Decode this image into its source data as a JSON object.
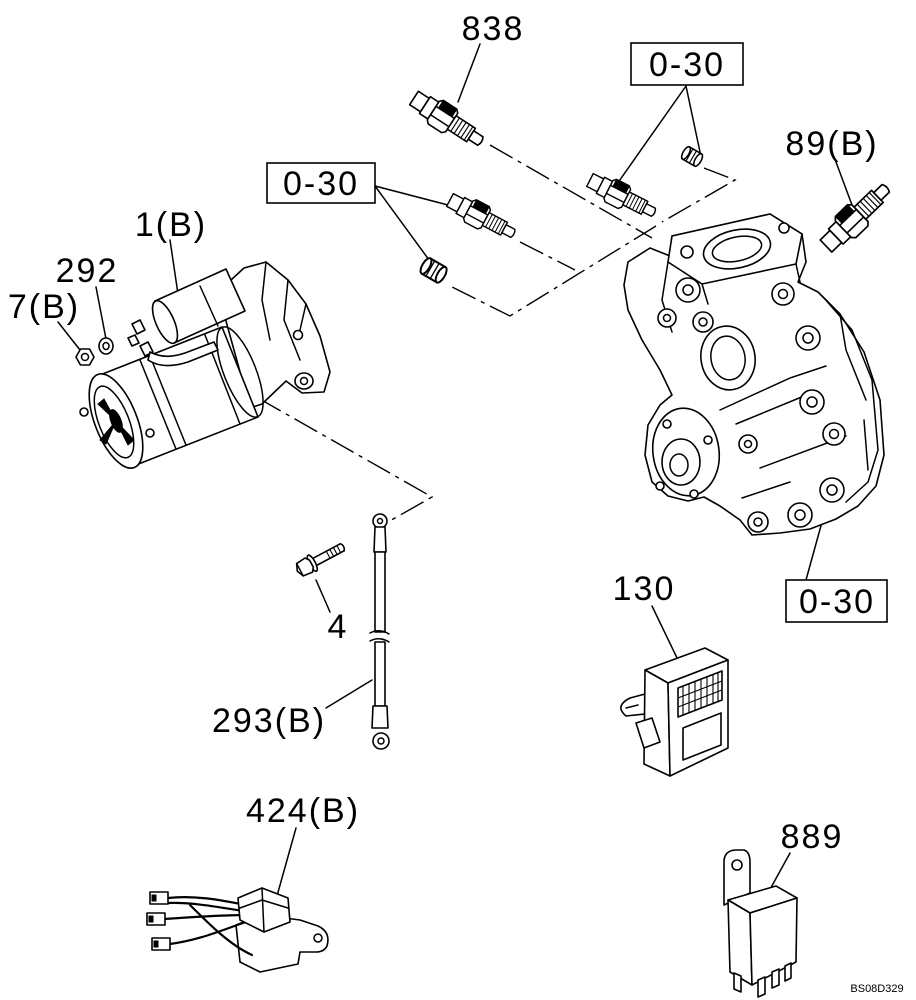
{
  "labels": {
    "part_838": "838",
    "ref_0_30_top": "0-30",
    "ref_0_30_left": "0-30",
    "part_89b": "89(B)",
    "part_1b": "1(B)",
    "part_292": "292",
    "part_7b": "7(B)",
    "part_130": "130",
    "ref_0_30_right": "0-30",
    "part_4": "4",
    "part_293b": "293(B)",
    "part_424b": "424(B)",
    "part_889": "889"
  },
  "drawing_code": "BS08D329",
  "colors": {
    "line": "#000000",
    "paper": "#ffffff"
  }
}
